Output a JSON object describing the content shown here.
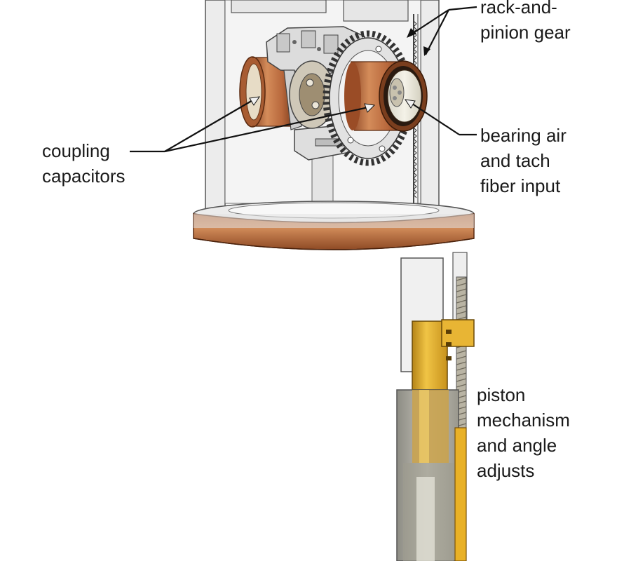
{
  "labels": {
    "rack_and_pinion": [
      "rack-and-",
      "pinion gear"
    ],
    "coupling_capacitors": [
      "coupling",
      "capacitors"
    ],
    "bearing_air": [
      "bearing air",
      "and tach",
      "fiber input"
    ],
    "piston": [
      "piston",
      "mechanism",
      "and angle",
      "adjusts"
    ]
  },
  "colors": {
    "copper": "#c87a4a",
    "copper_dark": "#8a4a26",
    "brass": "#d9a325",
    "brass_light": "#f2c74a",
    "frame_gray": "#e8e8e8",
    "outline": "#555555",
    "leader": "#111111"
  }
}
